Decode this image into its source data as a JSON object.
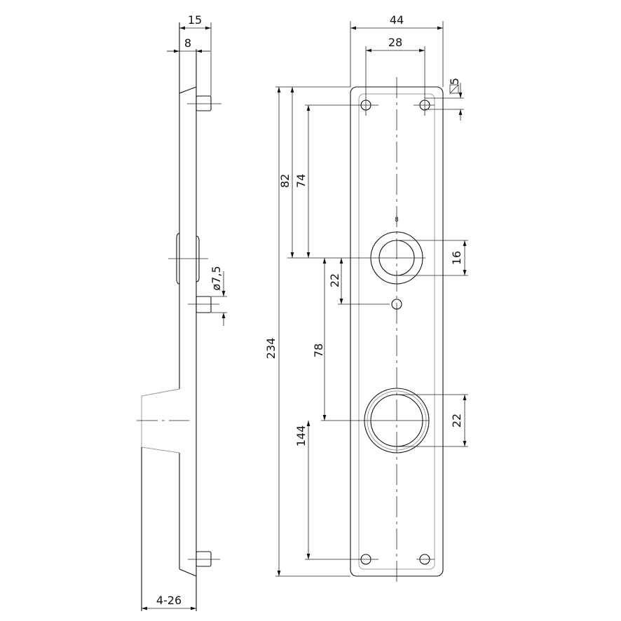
{
  "side_view": {
    "width_total": "15",
    "width_inner": "8",
    "pin_diameter": "ø7,5",
    "door_thickness": "4-26"
  },
  "front_view": {
    "plate_width": "44",
    "hole_spacing_h": "28",
    "square_spindle": "5",
    "total_length": "234",
    "top_to_handle": "82",
    "hole_to_handle": "74",
    "handle_to_hole": "22",
    "handle_to_cylinder": "78",
    "cylinder_to_bottom_hole": "144",
    "handle_diameter": "16",
    "cylinder_diameter": "22",
    "spindle_mark": "8"
  }
}
